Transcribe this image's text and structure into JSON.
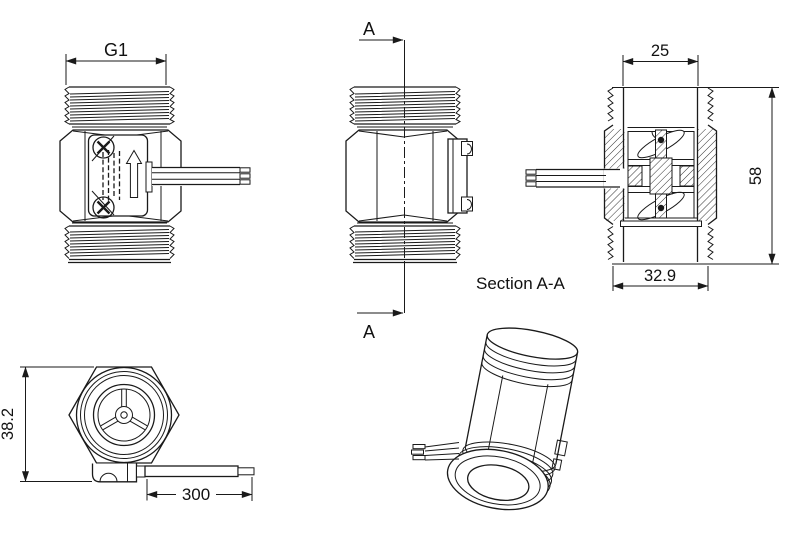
{
  "colors": {
    "background": "#ffffff",
    "line": "#1a1a1a"
  },
  "views": {
    "front": {
      "dim_thread_size": "G1"
    },
    "side": {
      "section_marker_top": "A",
      "section_marker_bottom": "A"
    },
    "section": {
      "caption": "Section A-A",
      "dim_inner_width": "25",
      "dim_height": "58",
      "dim_outer_width": "32.9"
    },
    "end": {
      "dim_height": "38.2",
      "dim_cable_length": "300"
    }
  }
}
